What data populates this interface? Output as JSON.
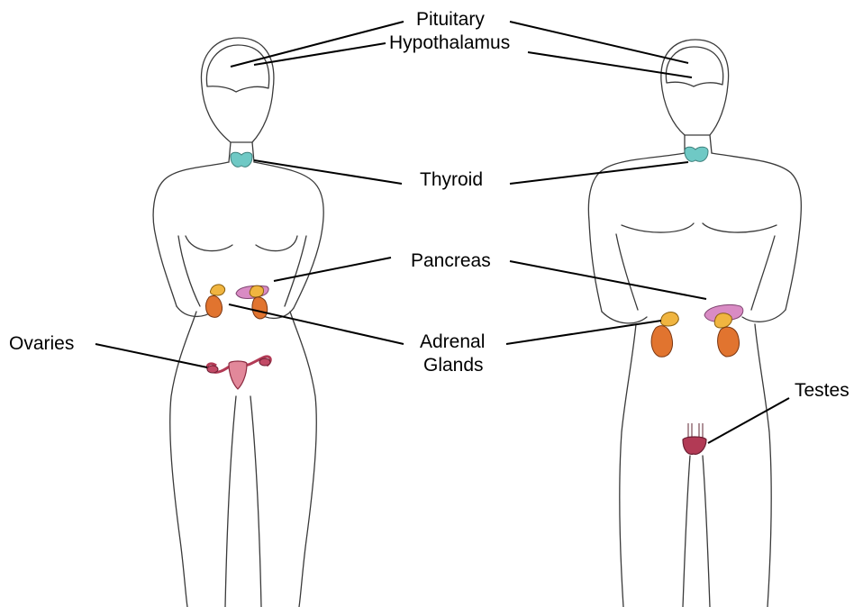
{
  "labels": {
    "pituitary": "Pituitary",
    "hypothalamus": "Hypothalamus",
    "thyroid": "Thyroid",
    "pancreas": "Pancreas",
    "adrenal_line1": "Adrenal",
    "adrenal_line2": "Glands",
    "ovaries": "Ovaries",
    "testes": "Testes"
  },
  "colors": {
    "thyroid": "#6fc9c5",
    "pancreas": "#d98bc4",
    "adrenal": "#f0b540",
    "kidney": "#e1742f",
    "reproductive": "#b23a55",
    "outline": "#3a3a3a"
  }
}
